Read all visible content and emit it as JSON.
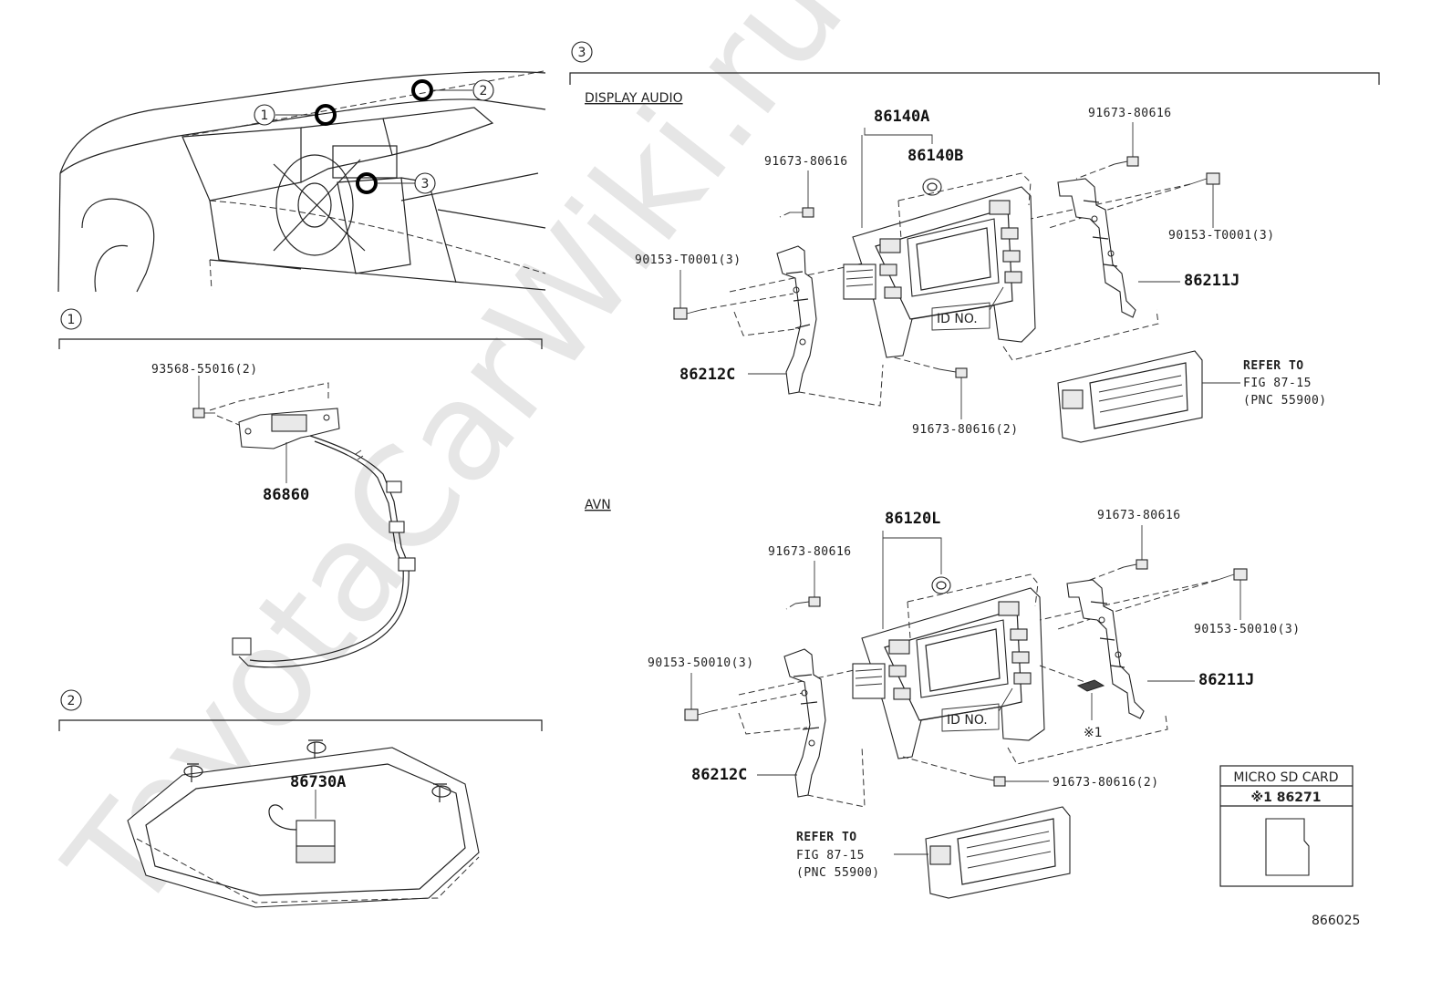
{
  "watermark": "ToyotaCarWiki.ru",
  "callouts": {
    "c1": "1",
    "c2": "2",
    "c3": "3"
  },
  "section3": {
    "display_audio_heading": "DISPLAY AUDIO",
    "avn_heading": "AVN"
  },
  "sec1": {
    "screw": "93568-55016(2)",
    "part": "86860"
  },
  "sec2": {
    "part": "86730A"
  },
  "da": {
    "unit_a": "86140A",
    "unit_b": "86140B",
    "screw_left_top": "91673-80616",
    "screw_right_top": "91673-80616",
    "bolt_left": "90153-T0001(3)",
    "bolt_right": "90153-T0001(3)",
    "bracket_right": "86211J",
    "bracket_left": "86212C",
    "id_no": "ID NO.",
    "screw_bottom": "91673-80616(2)",
    "refer_line1": "REFER TO",
    "refer_line2": "FIG 87-15",
    "refer_line3": "(PNC 55900)"
  },
  "avn": {
    "unit": "86120L",
    "screw_left_top": "91673-80616",
    "screw_right_top": "91673-80616",
    "bolt_left": "90153-50010(3)",
    "bolt_right": "90153-50010(3)",
    "bracket_right": "86211J",
    "bracket_left": "86212C",
    "id_no": "ID NO.",
    "note_mark": "※1",
    "screw_bottom": "91673-80616(2)",
    "refer_line1": "REFER TO",
    "refer_line2": "FIG 87-15",
    "refer_line3": "(PNC 55900)"
  },
  "sd_box": {
    "title": "MICRO SD CARD",
    "note": "※1 86271"
  },
  "figure_number": "866025"
}
